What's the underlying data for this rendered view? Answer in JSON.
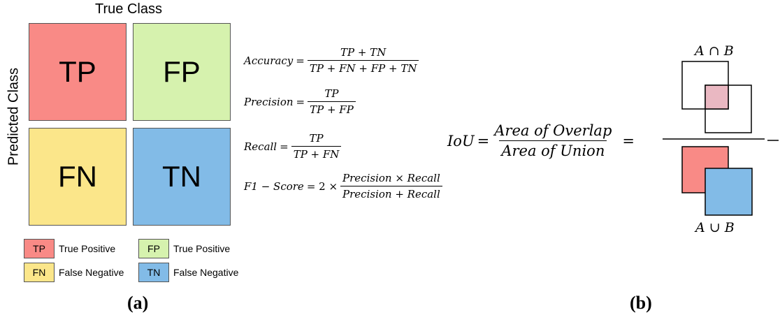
{
  "panel_a": {
    "true_class_label": "True Class",
    "predicted_class_label": "Predicted Class",
    "cells": {
      "tp": {
        "label": "TP",
        "color": "#f98a86"
      },
      "fp": {
        "label": "FP",
        "color": "#d6f2ae"
      },
      "fn": {
        "label": "FN",
        "color": "#fbe68a"
      },
      "tn": {
        "label": "TN",
        "color": "#82bbe7"
      }
    },
    "legend": [
      {
        "abbr": "TP",
        "text": "True Positive"
      },
      {
        "abbr": "FP",
        "text": "True Positive"
      },
      {
        "abbr": "FN",
        "text": "False Negative"
      },
      {
        "abbr": "TN",
        "text": "False Negative"
      }
    ],
    "label": "(a)"
  },
  "formulas": {
    "accuracy": {
      "lhs": "Accuracy",
      "eq": "=",
      "num": "TP + TN",
      "den": "TP + FN + FP + TN"
    },
    "precision": {
      "lhs": "Precision",
      "eq": "=",
      "num": "TP",
      "den": "TP + FP"
    },
    "recall": {
      "lhs": "Recall",
      "eq": "=",
      "num": "TP",
      "den": "TP + FN"
    },
    "f1": {
      "lhs": "F1 − Score",
      "eq": "= 2 ×",
      "num": "Precision × Recall",
      "den": "Precision + Recall"
    }
  },
  "panel_b": {
    "iou": {
      "lhs": "IoU",
      "eq": "=",
      "num": "Area of Overlap",
      "den": "Area of Union",
      "eq2": "="
    },
    "intersection_label": "A ∩ B",
    "union_label": "A ∪ B",
    "colors": {
      "overlap": "#eab8c2",
      "a": "#f98a86",
      "b": "#82bbe7"
    },
    "label": "(b)"
  }
}
